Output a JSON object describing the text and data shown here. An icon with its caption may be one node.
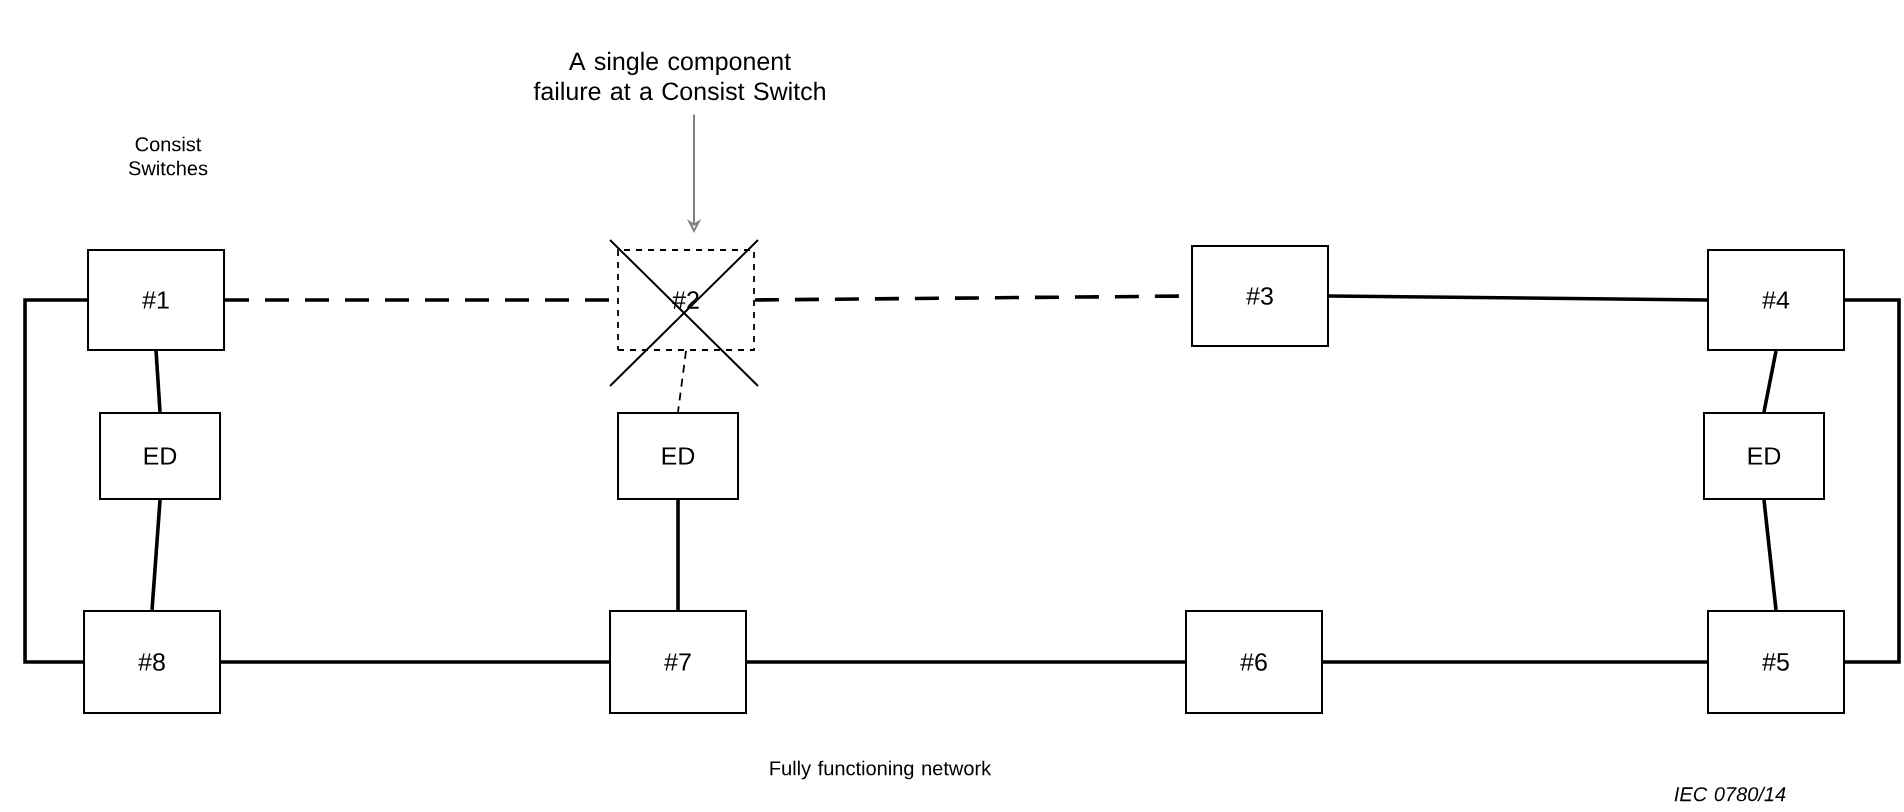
{
  "diagram": {
    "nodes": [
      {
        "text": [
          "#1"
        ]
      },
      {
        "text": [
          "#2"
        ]
      },
      {
        "text": [
          "#3"
        ]
      },
      {
        "text": [
          "#4"
        ]
      },
      {
        "text": [
          "ED"
        ]
      },
      {
        "text": [
          "ED"
        ]
      },
      {
        "text": [
          "ED"
        ]
      },
      {
        "text": [
          "#8"
        ]
      },
      {
        "text": [
          "#7"
        ]
      },
      {
        "text": [
          "#6"
        ]
      },
      {
        "text": [
          "#5"
        ]
      },
      {
        "text": [
          "A single component failure at a Consist Switch"
        ]
      }
    ],
    "edges": [
      {
        "from": 0,
        "to": 1,
        "arrow": "none",
        "style": "dashed"
      },
      {
        "from": 1,
        "to": 2,
        "arrow": "none",
        "style": "dashed"
      },
      {
        "from": 2,
        "to": 3,
        "arrow": "none"
      },
      {
        "from": 0,
        "to": 7,
        "arrow": "none"
      },
      {
        "from": 3,
        "to": 10,
        "arrow": "none"
      },
      {
        "from": 7,
        "to": 8,
        "arrow": "none"
      },
      {
        "from": 8,
        "to": 9,
        "arrow": "none"
      },
      {
        "from": 9,
        "to": 10,
        "arrow": "none"
      },
      {
        "from": 0,
        "to": 4,
        "arrow": "none"
      },
      {
        "from": 4,
        "to": 7,
        "arrow": "none"
      },
      {
        "from": 1,
        "to": 5,
        "arrow": "none",
        "style": "dashed"
      },
      {
        "from": 5,
        "to": 8,
        "arrow": "none"
      },
      {
        "from": 3,
        "to": 6,
        "arrow": "none"
      },
      {
        "from": 6,
        "to": 10,
        "arrow": "none"
      },
      {
        "from": 11,
        "to": 1,
        "arrow": "to",
        "color": "#808080"
      }
    ],
    "labels": [
      "Consist Switches",
      "Fully functioning network",
      "IEC 0780/14"
    ]
  }
}
